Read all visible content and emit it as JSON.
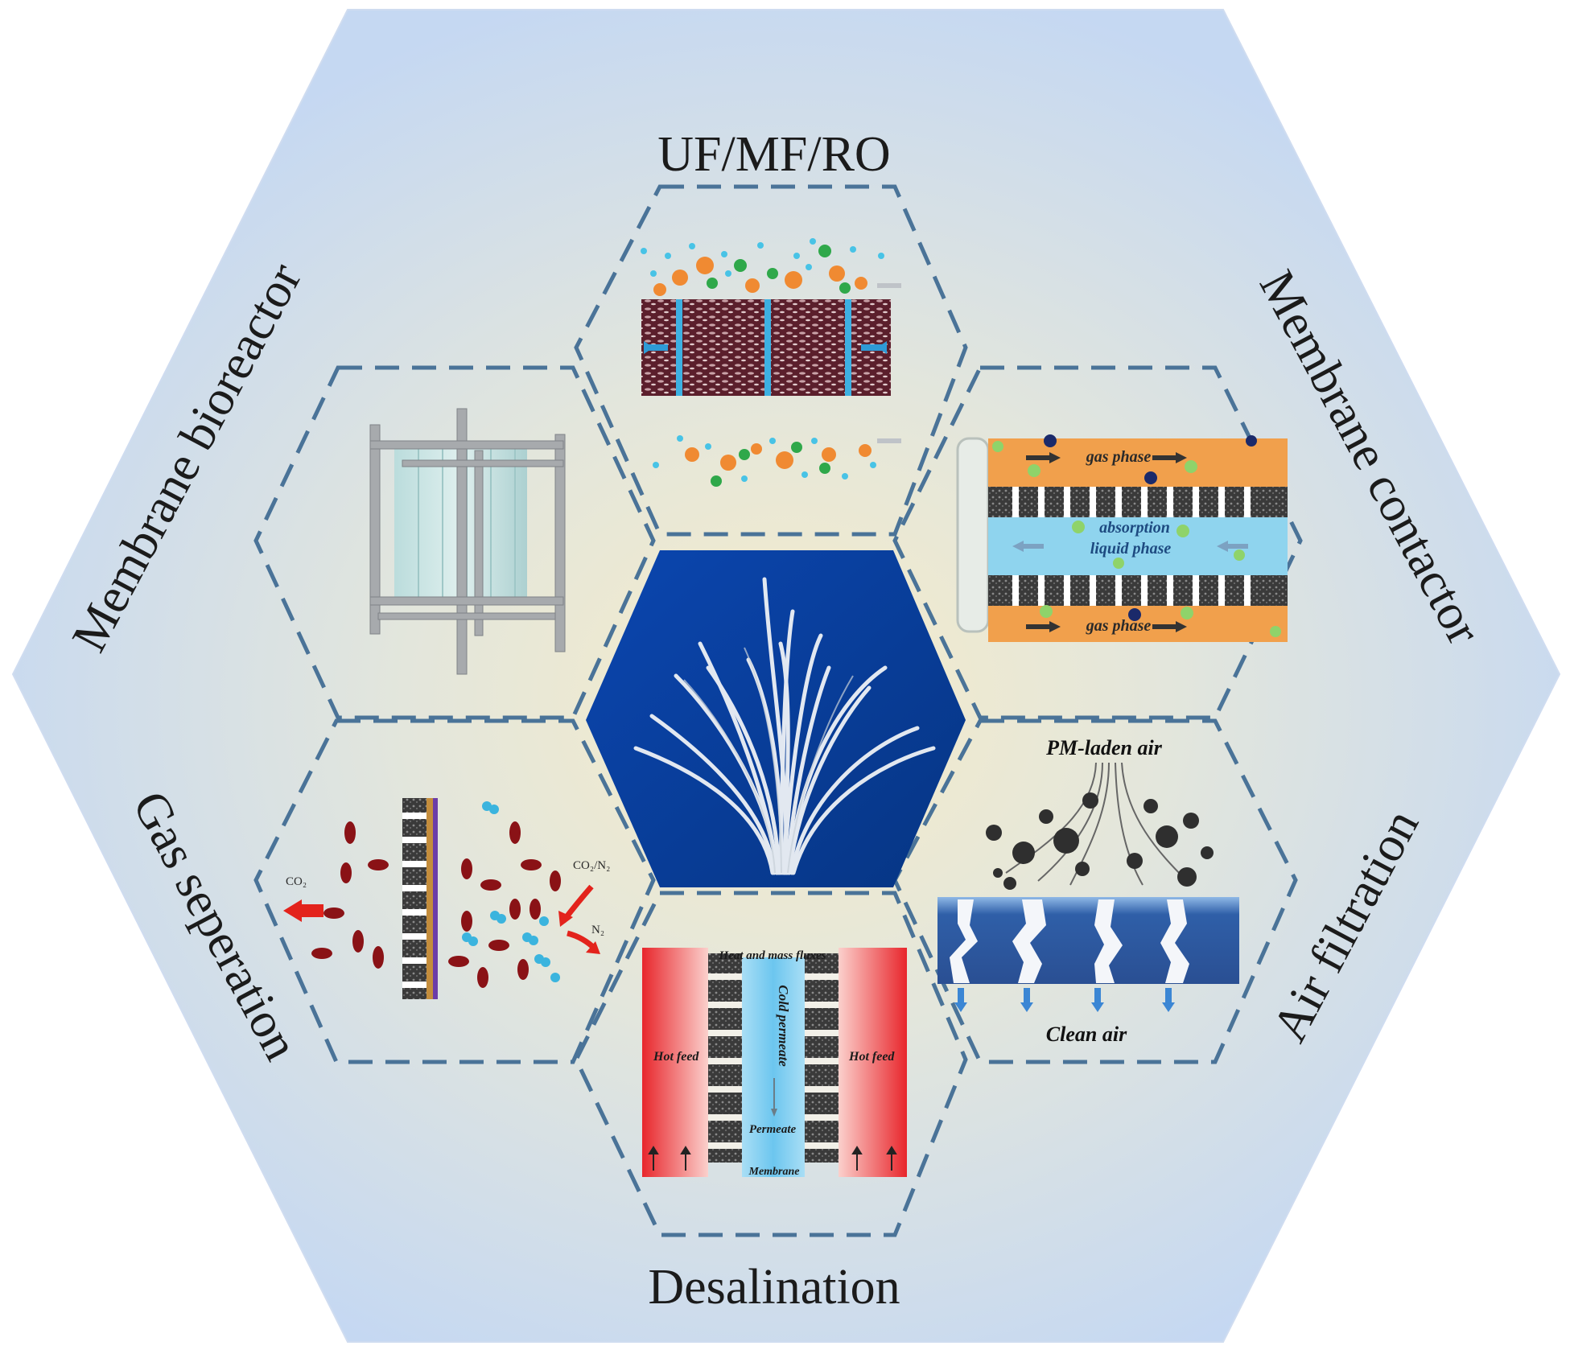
{
  "labels": {
    "top": "UF/MF/RO",
    "bottom": "Desalination",
    "upper_left": "Membrane bioreactor",
    "upper_right": "Membrane contactor",
    "lower_left": "Gas seperation",
    "lower_right": "Air filtration"
  },
  "contactor": {
    "gas_top": "gas phase",
    "absorption": "absorption",
    "liquid": "liquid phase",
    "gas_bottom": "gas phase"
  },
  "air": {
    "in": "PM-laden air",
    "out": "Clean air"
  },
  "gas_sep": {
    "co2": "CO₂",
    "mix": "CO₂/N₂",
    "n2": "N₂"
  },
  "desal": {
    "fluxes": "Heat and mass fluxes",
    "hot_left": "Hot feed",
    "hot_right": "Hot feed",
    "cold": "Cold permeate",
    "permeate": "Permeate",
    "membrane": "Membrane"
  },
  "colors": {
    "outer_hex": "#c5d8f2",
    "dash": "#4a7398",
    "center_bg": "#0a3f9c",
    "hot": "#ef4a4a",
    "cold": "#8ed3f2",
    "orange": "#f0a04a"
  }
}
